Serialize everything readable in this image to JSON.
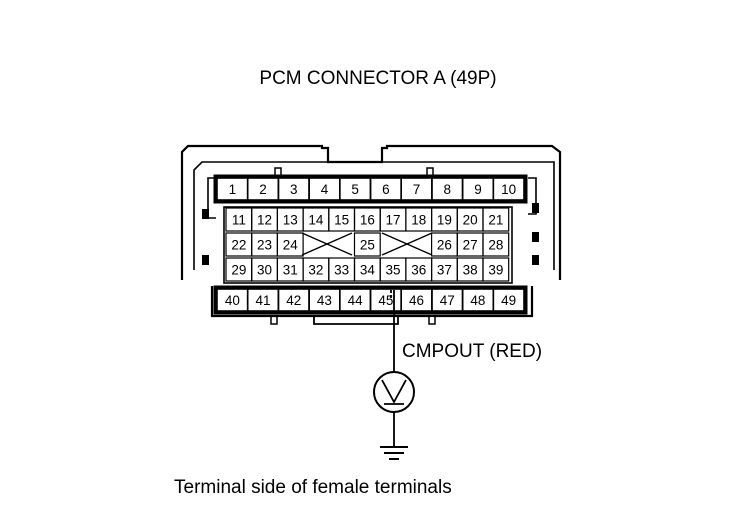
{
  "title": "PCM CONNECTOR A (49P)",
  "caption": "Terminal side of female terminals",
  "probe_label": "CMPOUT (RED)",
  "probed_terminal": "45",
  "rows": [
    [
      "1",
      "2",
      "3",
      "4",
      "5",
      "6",
      "7",
      "8",
      "9",
      "10"
    ],
    [
      "11",
      "12",
      "13",
      "14",
      "15",
      "16",
      "17",
      "18",
      "19",
      "20",
      "21"
    ],
    [
      "22",
      "23",
      "24",
      "25",
      "26",
      "27",
      "28"
    ],
    [
      "29",
      "30",
      "31",
      "32",
      "33",
      "34",
      "35",
      "36",
      "37",
      "38",
      "39"
    ],
    [
      "40",
      "41",
      "42",
      "43",
      "44",
      "45",
      "46",
      "47",
      "48",
      "49"
    ]
  ],
  "symbols": {
    "meter": "voltmeter-icon",
    "ground": "ground-icon",
    "blank_cavity": "x-cross"
  }
}
